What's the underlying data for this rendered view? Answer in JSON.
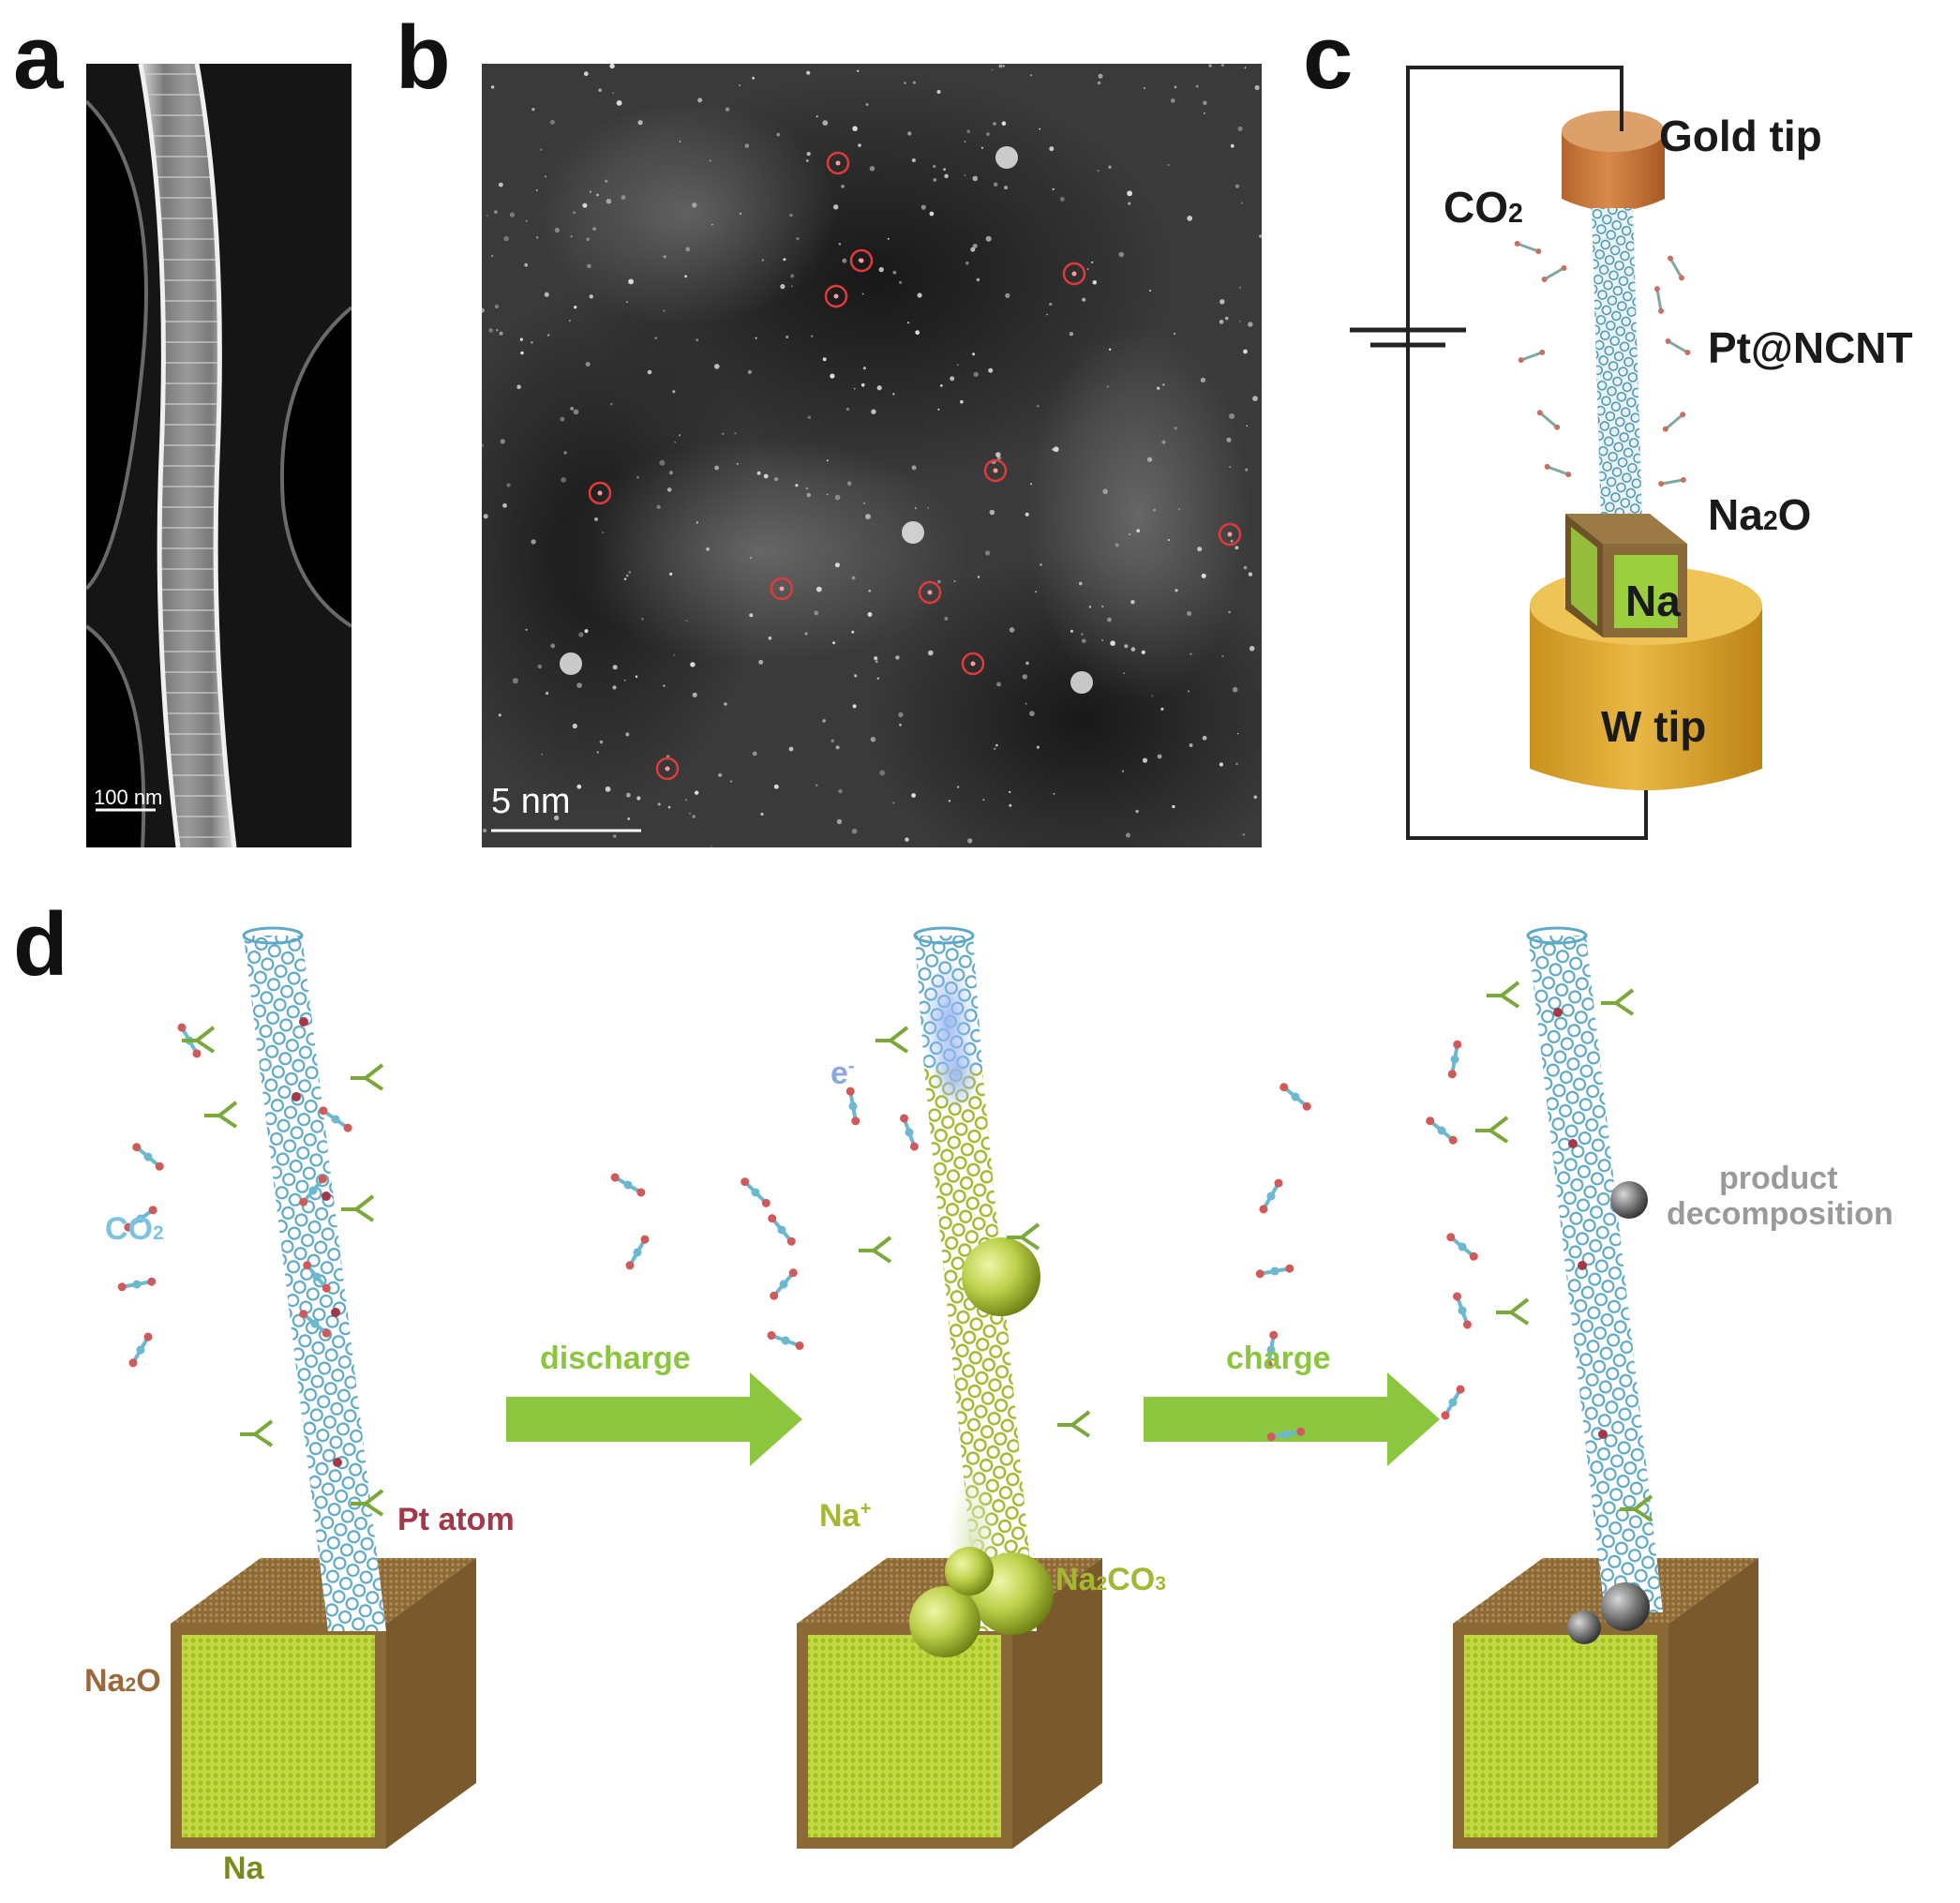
{
  "panels": {
    "a": {
      "letter": "a",
      "scale_bar": "100 nm"
    },
    "b": {
      "letter": "b",
      "scale_bar": "5 nm"
    },
    "c": {
      "letter": "c",
      "labels": {
        "gold_tip": "Gold tip",
        "co2": "CO",
        "co2_sub": "2",
        "pt_ncnt": "Pt@NCNT",
        "na2o": "Na",
        "na2o_sub": "2",
        "na2o_tail": "O",
        "na": "Na",
        "w_tip": "W tip"
      },
      "colors": {
        "gold_tip": "#c8783a",
        "w_tip": "#e3b13a",
        "na_block": "#8fbf3a",
        "na2o_block": "#8a6a3a",
        "nanotube": "#5fa0b8"
      }
    },
    "d": {
      "letter": "d",
      "labels": {
        "co2": "CO",
        "co2_sub": "2",
        "pt_atom": "Pt atom",
        "na2o": "Na",
        "na2o_sub": "2",
        "na2o_tail": "O",
        "na": "Na",
        "electron": "e",
        "electron_sup": "-",
        "na_ion": "Na",
        "na_ion_sup": "+",
        "na2co3": "Na",
        "na2co3_sub1": "2",
        "na2co3_mid": "CO",
        "na2co3_sub2": "3",
        "discharge": "discharge",
        "charge": "charge",
        "product": "product",
        "decomposition": "decomposition"
      },
      "colors": {
        "tube_blue": "#5ea8c8",
        "tube_green": "#a4b832",
        "arrow": "#8cc63f",
        "co2_text": "#7ec3de",
        "pt_text": "#a2394a",
        "na2o_text": "#9a6a3a",
        "na_text": "#7a8a20",
        "electron_text": "#8aa8e0",
        "product_text": "#9a9a9a"
      }
    }
  }
}
